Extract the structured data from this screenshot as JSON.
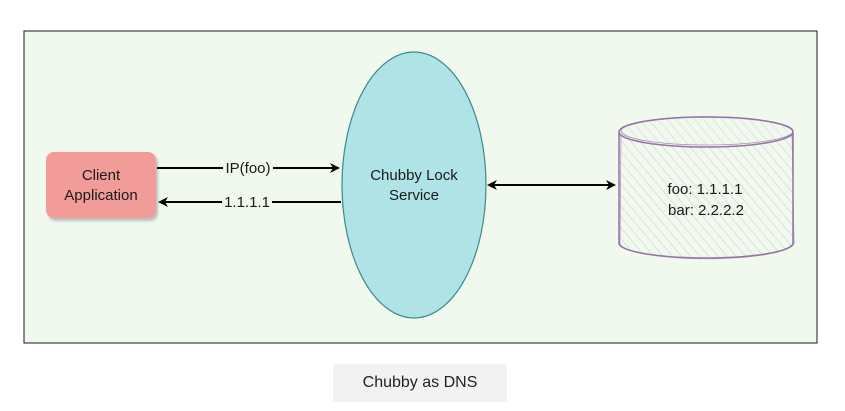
{
  "diagram": {
    "client": {
      "line1": "Client",
      "line2": "Application"
    },
    "lock_service": {
      "line1": "Chubby Lock",
      "line2": "Service"
    },
    "arrows": {
      "request_label": "IP(foo)",
      "response_label": "1.1.1.1"
    },
    "database": {
      "line1": "foo: 1.1.1.1",
      "line2": "bar: 2.2.2.2"
    },
    "colors": {
      "frame_bg": "#f1f8ee",
      "client_fill": "#f19c99",
      "ellipse_fill": "#b0e3e6",
      "ellipse_stroke": "#3a8a8e",
      "db_stroke": "#9673a6"
    }
  },
  "caption": "Chubby as DNS"
}
